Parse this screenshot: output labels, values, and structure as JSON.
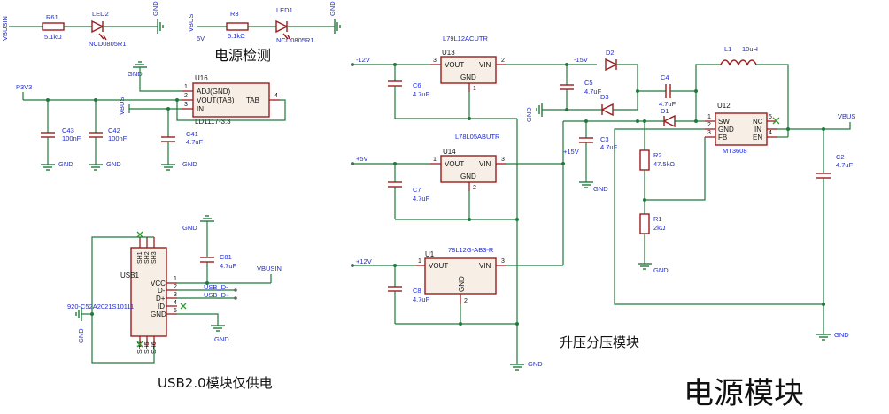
{
  "titles": {
    "main": "电源模块",
    "power_detect": "电源检测",
    "boost_divider": "升压分压模块",
    "usb_only": "USB2.0模块仅供电"
  },
  "nets": {
    "vbusin": "VBUSIN",
    "vbus": "VBUS",
    "gnd": "GND",
    "p3v3": "P3V3",
    "minus12v": "-12V",
    "plus5v": "+5V",
    "plus12v": "+12V",
    "plus15v": "+15V",
    "minus15v": "-15V",
    "five_v": "5V",
    "usb_dm": "USB_D-",
    "usb_dp": "USB_D+"
  },
  "detect": {
    "r61": {
      "ref": "R61",
      "value": "5.1kΩ"
    },
    "led2": {
      "ref": "LED2",
      "value": "NCD0805R1"
    },
    "r3": {
      "ref": "R3",
      "value": "5.1kΩ"
    },
    "led1": {
      "ref": "LED1",
      "value": "NCD0805R1"
    }
  },
  "ldo": {
    "ref": "U16",
    "part": "LD1117-3.3",
    "pins": {
      "adj": "ADJ(GND)",
      "vout": "VOUT(TAB)",
      "in": "IN",
      "tab": "TAB"
    },
    "pin_numbers": {
      "adj": "1",
      "vout": "2",
      "in": "3",
      "tab": "4"
    },
    "c43": {
      "ref": "C43",
      "value": "100nF"
    },
    "c42": {
      "ref": "C42",
      "value": "100nF"
    },
    "c41": {
      "ref": "C41",
      "value": "4.7uF"
    }
  },
  "regulators": {
    "u13": {
      "ref": "U13",
      "part": "L79L12ACUTR",
      "vout": "VOUT",
      "vin": "VIN",
      "gnd": "GND",
      "pin_vout": "3",
      "pin_vin": "2",
      "pin_gnd": "1"
    },
    "u14": {
      "ref": "U14",
      "part": "L78L05ABUTR",
      "vout": "VOUT",
      "vin": "VIN",
      "gnd": "GND",
      "pin_vout": "1",
      "pin_vin": "3",
      "pin_gnd": "2"
    },
    "u1": {
      "ref": "U1",
      "part": "78L12G-AB3-R",
      "vout": "VOUT",
      "vin": "VIN",
      "gnd": "GND",
      "pin_vout": "1",
      "pin_vin": "3",
      "pin_gnd": "2"
    },
    "c6": {
      "ref": "C6",
      "value": "4.7uF"
    },
    "c7": {
      "ref": "C7",
      "value": "4.7uF"
    },
    "c8": {
      "ref": "C8",
      "value": "4.7uF"
    }
  },
  "boost": {
    "c5": {
      "ref": "C5",
      "value": "4.7uF"
    },
    "d2": {
      "ref": "D2"
    },
    "d3": {
      "ref": "D3"
    },
    "d1": {
      "ref": "D1"
    },
    "c4": {
      "ref": "C4",
      "value": "4.7uF"
    },
    "c3": {
      "ref": "C3",
      "value": "4.7uF"
    },
    "l1": {
      "ref": "L1",
      "value": "10uH"
    },
    "u12": {
      "ref": "U12",
      "part": "MT3608",
      "sw": "SW",
      "gnd": "GND",
      "fb": "FB",
      "nc": "NC",
      "in": "IN",
      "en": "EN",
      "p1": "1",
      "p2": "2",
      "p3": "3",
      "p4": "4",
      "p5": "5"
    },
    "r2": {
      "ref": "R2",
      "value": "47.5kΩ"
    },
    "r1": {
      "ref": "R1",
      "value": "2kΩ"
    },
    "c2": {
      "ref": "C2",
      "value": "4.7uF"
    }
  },
  "usb": {
    "ref": "USB1",
    "part": "920-C52A2021S10111",
    "pins": {
      "vcc": "VCC",
      "dm": "D-",
      "dp": "D+",
      "id": "ID",
      "gnd": "GND"
    },
    "pin_numbers": {
      "vcc": "1",
      "dm": "2",
      "dp": "3",
      "id": "4",
      "gnd": "5"
    },
    "shields_top": [
      "SH1",
      "SH2",
      "SH3"
    ],
    "shields_bot": [
      "SH4",
      "SH5",
      "SH6"
    ],
    "c81": {
      "ref": "C81",
      "value": "4.7uF"
    }
  }
}
